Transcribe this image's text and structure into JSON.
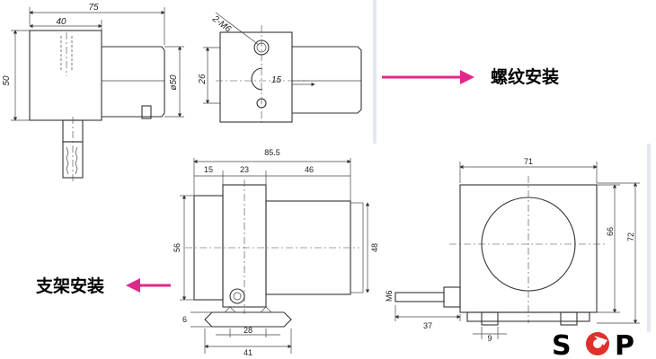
{
  "thread_mount": {
    "caption": "螺纹安装",
    "dimensions": {
      "width_total": "75",
      "width_body": "40",
      "height": "50",
      "diameter": "ø50",
      "offset": "26",
      "hole_spec": "2-M6",
      "angle": "15"
    }
  },
  "bracket_mount": {
    "caption": "支架安装",
    "dimensions": {
      "length_total": "85.5",
      "seg1": "15",
      "seg2": "23",
      "seg3": "46",
      "height_bracket": "56",
      "dia_body": "48",
      "base_height": "6",
      "base_inner": "28",
      "base_outer": "41",
      "side_width": "71",
      "side_height1": "66",
      "side_height2": "72",
      "thread": "M6",
      "thread_len": "37",
      "slot": "9"
    }
  },
  "logo": {
    "text": "S P",
    "color": "#e0302a"
  },
  "colors": {
    "arrow": "#e0288a",
    "panel_border": "#dce3ea"
  }
}
